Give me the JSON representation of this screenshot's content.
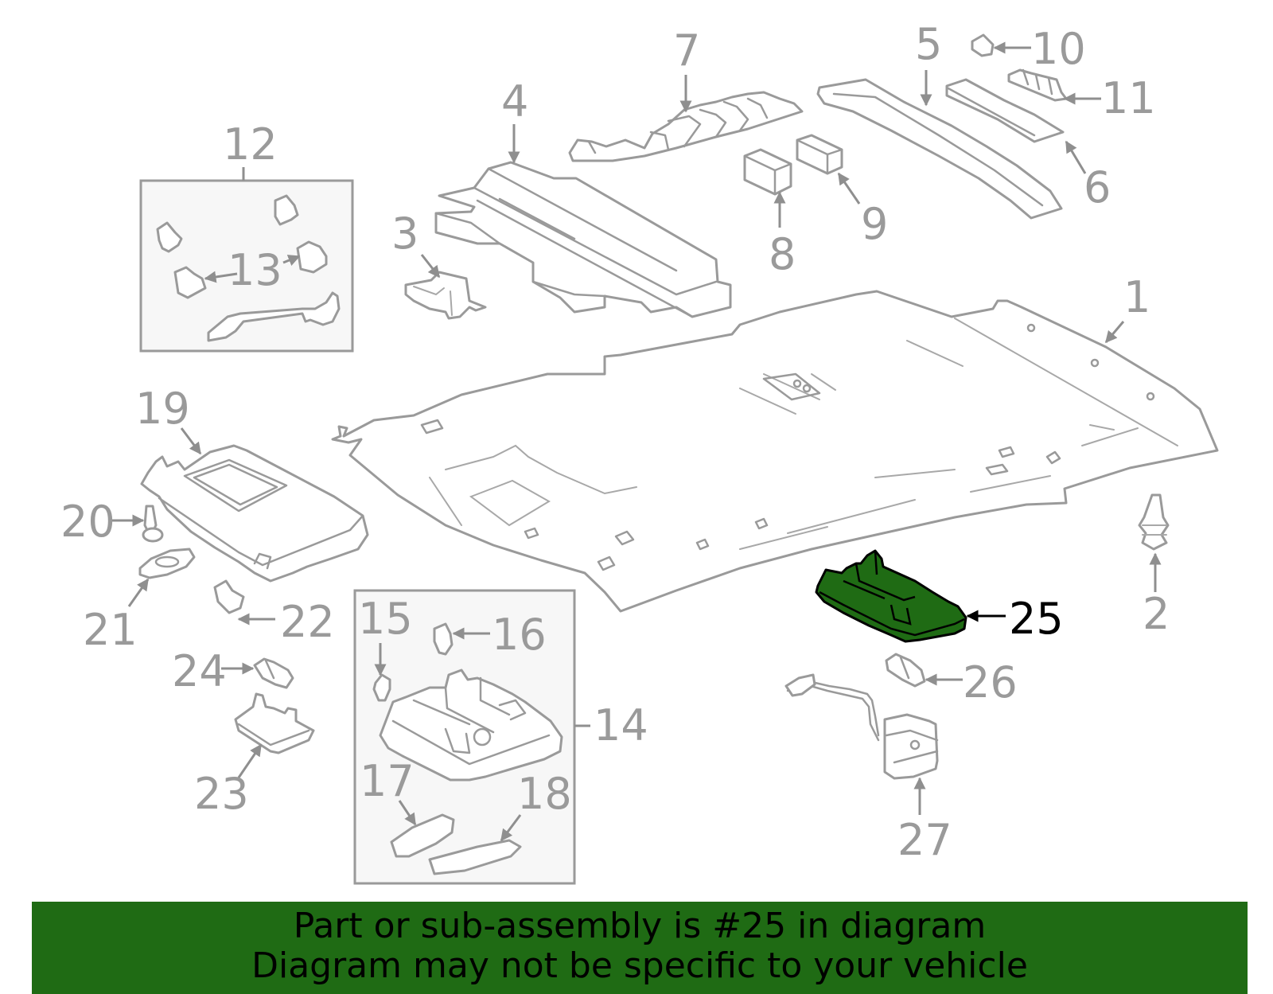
{
  "colors": {
    "outline": "#9a9a9a",
    "highlight_fill": "#1f6b14",
    "banner_fill": "#1f6b14",
    "banner_text": "#000000",
    "highlight_label": "#000000"
  },
  "callouts": [
    {
      "id": "1",
      "text": "1"
    },
    {
      "id": "2",
      "text": "2"
    },
    {
      "id": "3",
      "text": "3"
    },
    {
      "id": "4",
      "text": "4"
    },
    {
      "id": "5",
      "text": "5"
    },
    {
      "id": "6",
      "text": "6"
    },
    {
      "id": "7",
      "text": "7"
    },
    {
      "id": "8",
      "text": "8"
    },
    {
      "id": "9",
      "text": "9"
    },
    {
      "id": "10",
      "text": "10"
    },
    {
      "id": "11",
      "text": "11"
    },
    {
      "id": "12",
      "text": "12"
    },
    {
      "id": "13",
      "text": "13"
    },
    {
      "id": "14",
      "text": "14"
    },
    {
      "id": "15",
      "text": "15"
    },
    {
      "id": "16",
      "text": "16"
    },
    {
      "id": "17",
      "text": "17"
    },
    {
      "id": "18",
      "text": "18"
    },
    {
      "id": "19",
      "text": "19"
    },
    {
      "id": "20",
      "text": "20"
    },
    {
      "id": "21",
      "text": "21"
    },
    {
      "id": "22",
      "text": "22"
    },
    {
      "id": "23",
      "text": "23"
    },
    {
      "id": "24",
      "text": "24"
    },
    {
      "id": "25",
      "text": "25",
      "highlighted": true
    },
    {
      "id": "26",
      "text": "26"
    },
    {
      "id": "27",
      "text": "27"
    }
  ],
  "banner": {
    "line1": "Part or sub-assembly is #25 in diagram",
    "line2": "Diagram may not be specific to your vehicle"
  }
}
